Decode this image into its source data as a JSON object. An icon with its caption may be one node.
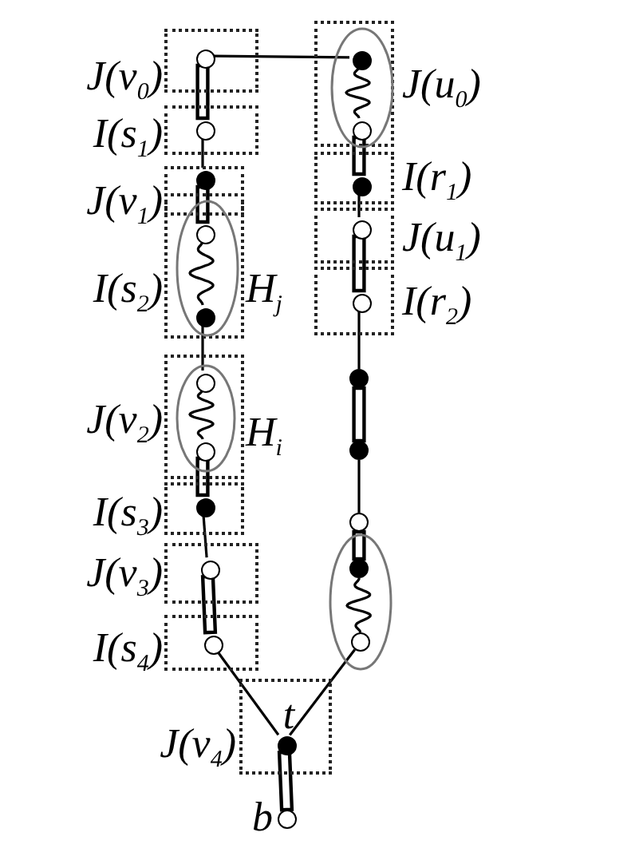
{
  "diagram": {
    "nodes": [
      {
        "text": [
          "J(v$_{0}$)"
        ]
      },
      {
        "text": [],
        "shape": "circle",
        "in": 0
      },
      {
        "text": [
          "J(u$_{0}$)"
        ]
      },
      {
        "text": [],
        "shape": "ellipse",
        "in": 2
      },
      {
        "text": [],
        "shape": "dot",
        "in": 3
      },
      {
        "text": [],
        "shape": "circle",
        "in": 3
      },
      {
        "text": [
          "I(s$_{1}$)"
        ]
      },
      {
        "text": [],
        "shape": "circle",
        "in": 6
      },
      {
        "text": [
          "I(r$_{1}$)"
        ]
      },
      {
        "text": [],
        "shape": "dot",
        "in": 8
      },
      {
        "text": [
          "J(v$_{1}$)"
        ]
      },
      {
        "text": [
          "I(s$_{2}$)"
        ]
      },
      {
        "text": [
          "H$_{j}$"
        ],
        "in": 11
      },
      {
        "text": [],
        "shape": "dot",
        "in": 10
      },
      {
        "text": [],
        "shape": "circle",
        "in": 12
      },
      {
        "text": [],
        "shape": "dot",
        "in": 12
      },
      {
        "text": [
          "J(u$_{1}$)"
        ]
      },
      {
        "text": [],
        "shape": "circle",
        "in": 16
      },
      {
        "text": [
          "I(r$_{2}$)"
        ]
      },
      {
        "text": [],
        "shape": "circle",
        "in": 18
      },
      {
        "text": [],
        "shape": "dot"
      },
      {
        "text": [
          "J(v$_{2}$)"
        ]
      },
      {
        "text": [
          "H$_{i}$"
        ],
        "in": 21
      },
      {
        "text": [],
        "shape": "circle",
        "in": 22
      },
      {
        "text": [],
        "shape": "circle",
        "in": 22
      },
      {
        "text": [],
        "shape": "dot"
      },
      {
        "text": [
          "I(s$_{3}$)"
        ]
      },
      {
        "text": [],
        "shape": "dot",
        "in": 26
      },
      {
        "text": [],
        "shape": "circle"
      },
      {
        "text": [
          "J(v$_{3}$)"
        ]
      },
      {
        "text": [],
        "shape": "circle",
        "in": 29
      },
      {
        "text": [],
        "shape": "ellipse"
      },
      {
        "text": [],
        "shape": "dot",
        "in": 31
      },
      {
        "text": [
          "I(s$_{4}$)"
        ]
      },
      {
        "text": [],
        "shape": "circle",
        "in": 33
      },
      {
        "text": [],
        "shape": "circle",
        "in": 31
      },
      {
        "text": [
          "J(v$_{4}$)"
        ]
      },
      {
        "text": [],
        "shape": "dot",
        "in": 36,
        "beside": [
          "t"
        ]
      },
      {
        "text": [],
        "shape": "circle",
        "beside": [
          "b"
        ]
      }
    ],
    "edges": [
      {
        "from": 1,
        "to": 7,
        "arrow": "none",
        "style": "thick"
      },
      {
        "from": 7,
        "to": 13,
        "arrow": "none"
      },
      {
        "from": 13,
        "to": 14,
        "arrow": "none",
        "style": "thick"
      },
      {
        "from": 14,
        "to": 15,
        "arrow": "none"
      },
      {
        "from": 15,
        "to": 23,
        "arrow": "none"
      },
      {
        "from": 23,
        "to": 24,
        "arrow": "none"
      },
      {
        "from": 24,
        "to": 27,
        "arrow": "none",
        "style": "thick"
      },
      {
        "from": 27,
        "to": 30,
        "arrow": "none"
      },
      {
        "from": 30,
        "to": 34,
        "arrow": "none",
        "style": "thick"
      },
      {
        "from": 34,
        "to": 37,
        "arrow": "none"
      },
      {
        "from": 37,
        "to": 38,
        "arrow": "none",
        "style": "thick"
      },
      {
        "from": 1,
        "to": 4,
        "arrow": "none"
      },
      {
        "from": 4,
        "to": 5,
        "arrow": "none"
      },
      {
        "from": 5,
        "to": 9,
        "arrow": "none",
        "style": "thick"
      },
      {
        "from": 9,
        "to": 17,
        "arrow": "none"
      },
      {
        "from": 17,
        "to": 19,
        "arrow": "none",
        "style": "thick"
      },
      {
        "from": 19,
        "to": 20,
        "arrow": "none"
      },
      {
        "from": 20,
        "to": 25,
        "arrow": "none",
        "style": "thick"
      },
      {
        "from": 25,
        "to": 28,
        "arrow": "none"
      },
      {
        "from": 28,
        "to": 32,
        "arrow": "none",
        "style": "thick"
      },
      {
        "from": 32,
        "to": 35,
        "arrow": "none"
      },
      {
        "from": 35,
        "to": 37,
        "arrow": "none"
      }
    ]
  }
}
